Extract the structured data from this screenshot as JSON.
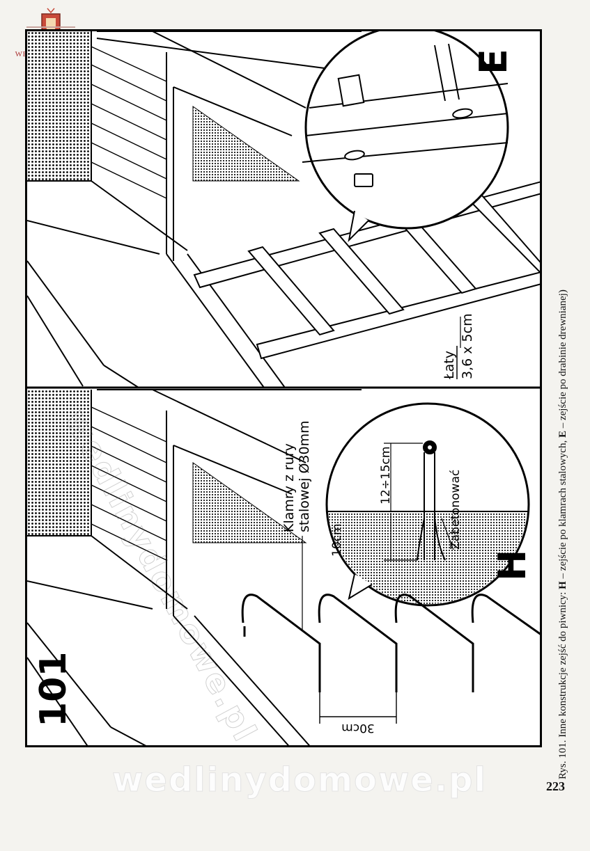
{
  "logo": {
    "text": "WĘDZARNIĘ ZA PRAG"
  },
  "figure": {
    "number": "101",
    "panel_e_letter": "E",
    "panel_h_letter": "H",
    "labels": {
      "laty": "Łaty",
      "laty_size": "3,6 x 5cm",
      "klamry_line1": "Klamry z rury",
      "klamry_line2": "stalowej Ø30mm",
      "zabetonowac": "Zabetonować",
      "dim_upper": "12÷15cm",
      "dim_lower": "10cm",
      "dim_spacing": "30cm"
    }
  },
  "caption": {
    "prefix": "Rys. 101. Inne konstrukcje zejść do piwnicy:",
    "h_letter": "H",
    "h_text": "– zejście po klamrach stalowych,",
    "e_letter": "E",
    "e_text": "– zejście po drabinie drewnianej)"
  },
  "page_number": "223",
  "watermark": "wedlinydomowe.pl"
}
